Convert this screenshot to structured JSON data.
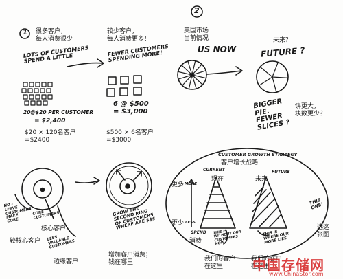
{
  "section1": {
    "number": "1",
    "zh_note": "很多客户，\n每人消费很少",
    "handwritten": "LOTS OF CUSTOMERS\nSPEND A LITTLE",
    "per_customer": "20@$20 PER CUSTOMER",
    "total_hw": "= $2,400",
    "zh_calc": "$20 × 120名客户\n=$2400"
  },
  "section2": {
    "zh_note": "较少客户，\n每人消费更多！",
    "handwritten": "FEWER CUSTOMERS\nSPENDING MORE!",
    "calc_hw": "6 @ $500\n= $3,000",
    "zh_calc": "$500 × 6名客户\n=$3000"
  },
  "section3": {
    "number": "2",
    "zh_market": "美国市场\n当前情况",
    "us_now": "US NOW",
    "zh_future": "未来？",
    "future": "FUTURE ?",
    "bigger_pie": "BIGGER\nPIE.\nFEWER\nSLICES ?",
    "zh_question": "饼更大，\n块数更少？",
    "pie_now_slices": 12,
    "pie_future_slices": 5
  },
  "section4": {
    "label_core": "CORE\nCUSTOMERS",
    "zh_core": "核心客户",
    "label_lessworth": "LESS\nVALUABLE\nCUSTOMERS",
    "label_noleave": "NO -\nLEAVE\nCUSTOMERS\nMAKE\nCORE",
    "zh_small_core": "较核心客户",
    "zh_edge": "边缘客户",
    "label_grow": "GROW THE\nSECOND RING\nOF CUSTOMERS\nWHERE ARE $$$",
    "zh_where": "增加客户消费；\n钱在哪里"
  },
  "section5": {
    "title_hw": "CUSTOMER GROWTH STRATEGY",
    "zh_title": "客户增长战略",
    "zh_more": "更多",
    "more": "MORE",
    "zh_less": "更少",
    "less": "LESS",
    "zh_now": "现在",
    "current": "CURRENT",
    "zh_future": "未来",
    "future": "FUTURE",
    "spend": "SPEND",
    "zh_spend": "消费",
    "this_is": "THIS IS\nWITHOUT OUR\nCUSTOMERS\nNOW",
    "zh_now_cust": "我们的客户\n在这里",
    "where_more": "THIS IS\nWHERE OUR\nMORE LIES",
    "zh_where_more": "我们的客户\n在这里",
    "this_one": "THIS\nONE!",
    "zh_choose": "选这\n张图"
  },
  "watermark": {
    "zh": "中国存储网",
    "url": "www.ChinaStor.com"
  }
}
